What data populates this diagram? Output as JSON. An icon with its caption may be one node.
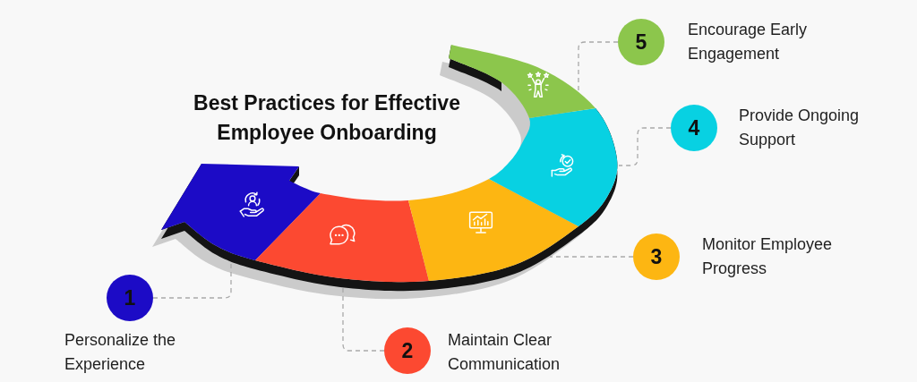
{
  "diagram": {
    "title": "Best Practices for Effective Employee Onboarding",
    "nodes": [
      {
        "text": [
          "1"
        ],
        "beside": [
          "Personalize the Experience"
        ]
      },
      {
        "text": [
          "2"
        ],
        "beside": [
          "Maintain Clear Communication"
        ]
      },
      {
        "text": [
          "3"
        ],
        "beside": [
          "Monitor Employee Progress"
        ]
      },
      {
        "text": [
          "4"
        ],
        "beside": [
          "Provide Ongoing Support"
        ]
      },
      {
        "text": [
          "5"
        ],
        "beside": [
          "Encourage Early Engagement"
        ]
      },
      {
        "text": [],
        "shape": "arc"
      },
      {
        "text": [],
        "shape": "arc"
      },
      {
        "text": [],
        "shape": "arc"
      },
      {
        "text": [],
        "shape": "arc"
      },
      {
        "text": [],
        "shape": "arc"
      }
    ],
    "edges": [
      {
        "from": 0,
        "to": 5,
        "arrow": "none",
        "style": "dashed"
      },
      {
        "from": 1,
        "to": 6,
        "arrow": "none",
        "style": "dashed"
      },
      {
        "from": 2,
        "to": 7,
        "arrow": "none",
        "style": "dashed"
      },
      {
        "from": 3,
        "to": 8,
        "arrow": "none",
        "style": "dashed"
      },
      {
        "from": 4,
        "to": 9,
        "arrow": "none",
        "style": "dashed"
      }
    ]
  }
}
